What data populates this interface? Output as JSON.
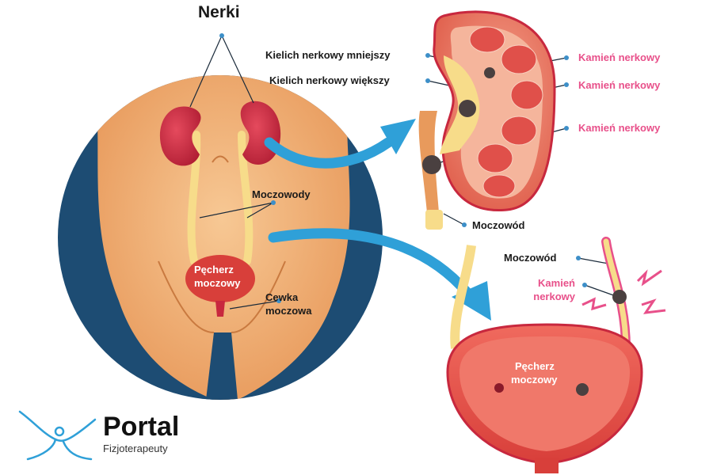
{
  "diagram": {
    "kidneys_title": "Nerki",
    "ureters_body": "Moczowody",
    "bladder_body": [
      "Pęcherz",
      "moczowy"
    ],
    "urethra": [
      "Cewka",
      "moczowa"
    ],
    "minor_calyx": "Kielich nerkowy mniejszy",
    "major_calyx": "Kielich nerkowy większy",
    "kidney_stone_1": "Kamień nerkowy",
    "kidney_stone_2": "Kamień nerkowy",
    "kidney_stone_3": "Kamień nerkowy",
    "ureter_kidney": "Moczowód",
    "ureter_detail": "Moczowód",
    "ureter_stone": [
      "Kamień",
      "nerkowy"
    ],
    "bladder_detail": [
      "Pęcherz",
      "moczowy"
    ]
  },
  "brand": {
    "name": "Portal",
    "subtitle": "Fizjoterapeuty"
  },
  "colors": {
    "skin": "#f0a96b",
    "dark_blue": "#1d4c73",
    "kidney": "#c8283e",
    "ureter": "#f7dc8a",
    "stone": "#4a4040",
    "arrow": "#2fa0d8",
    "pink_label": "#e8508a",
    "leader_dot": "#3d8fc8"
  }
}
